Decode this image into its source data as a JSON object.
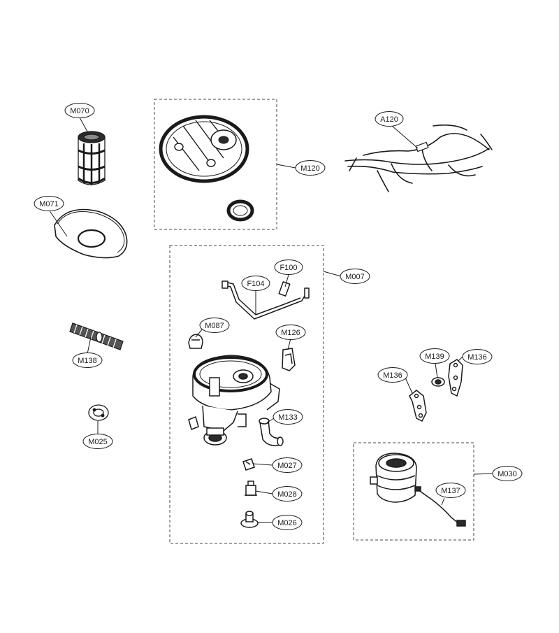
{
  "labels": {
    "m070": "M070",
    "m071": "M071",
    "m138": "M138",
    "m025": "M025",
    "m120": "M120",
    "a120": "A120",
    "m007": "M007",
    "f100": "F100",
    "f104": "F104",
    "m087": "M087",
    "m126": "M126",
    "m133": "M133",
    "m027": "M027",
    "m028": "M028",
    "m026": "M026",
    "m139": "M139",
    "m136a": "M136",
    "m136b": "M136",
    "m030": "M030",
    "m137": "M137"
  },
  "colors": {
    "line": "#1a1a1a",
    "fill": "#ffffff",
    "dark": "#2b2b2b",
    "mid": "#8a8a8a"
  }
}
